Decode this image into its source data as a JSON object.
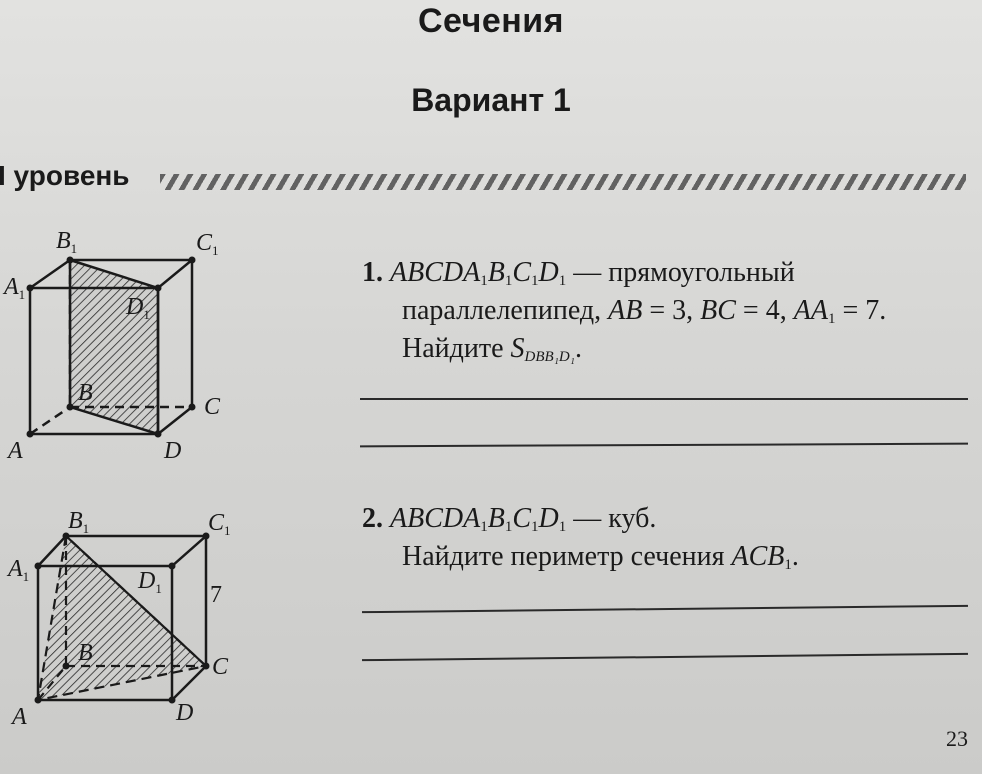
{
  "header": {
    "title": "Сечения",
    "variant": "Вариант 1"
  },
  "level": {
    "label": "I уровень"
  },
  "problems": [
    {
      "number": "1.",
      "prism_base": "ABCDA",
      "sub1": "1",
      "b1": "B",
      "sub2": "1",
      "c1": "C",
      "sub3": "1",
      "d1": "D",
      "sub4": "1",
      "rest_line1": " — прямоугольный",
      "line2_prefix": "параллелепипед, ",
      "ab": "AB",
      "ab_eq": " = 3, ",
      "bc": "BC",
      "bc_eq": " = 4, ",
      "aa": "AA",
      "aa_sub": "1",
      "aa_eq": " = 7.",
      "line3_prefix": "Найдите ",
      "s": "S",
      "s_sub": "DBB₁D₁",
      "line3_suffix": "."
    },
    {
      "number": "2.",
      "prism_base": "ABCDA",
      "sub1": "1",
      "b1": "B",
      "sub2": "1",
      "c1": "C",
      "sub3": "1",
      "d1": "D",
      "sub4": "1",
      "rest_line1": " — куб.",
      "line2_prefix": "Найдите периметр сечения ",
      "section": "ACB",
      "section_sub": "1",
      "line2_suffix": "."
    }
  ],
  "figure1": {
    "labels": {
      "A": "A",
      "B": "B",
      "C": "C",
      "D": "D",
      "A1": "A",
      "B1": "B",
      "C1": "C",
      "D1": "D",
      "one": "1"
    }
  },
  "figure2": {
    "labels": {
      "A": "A",
      "B": "B",
      "C": "C",
      "D": "D",
      "A1": "A",
      "B1": "B",
      "C1": "C",
      "D1": "D",
      "one": "1"
    },
    "edge_value": "7"
  },
  "page_number": "23"
}
